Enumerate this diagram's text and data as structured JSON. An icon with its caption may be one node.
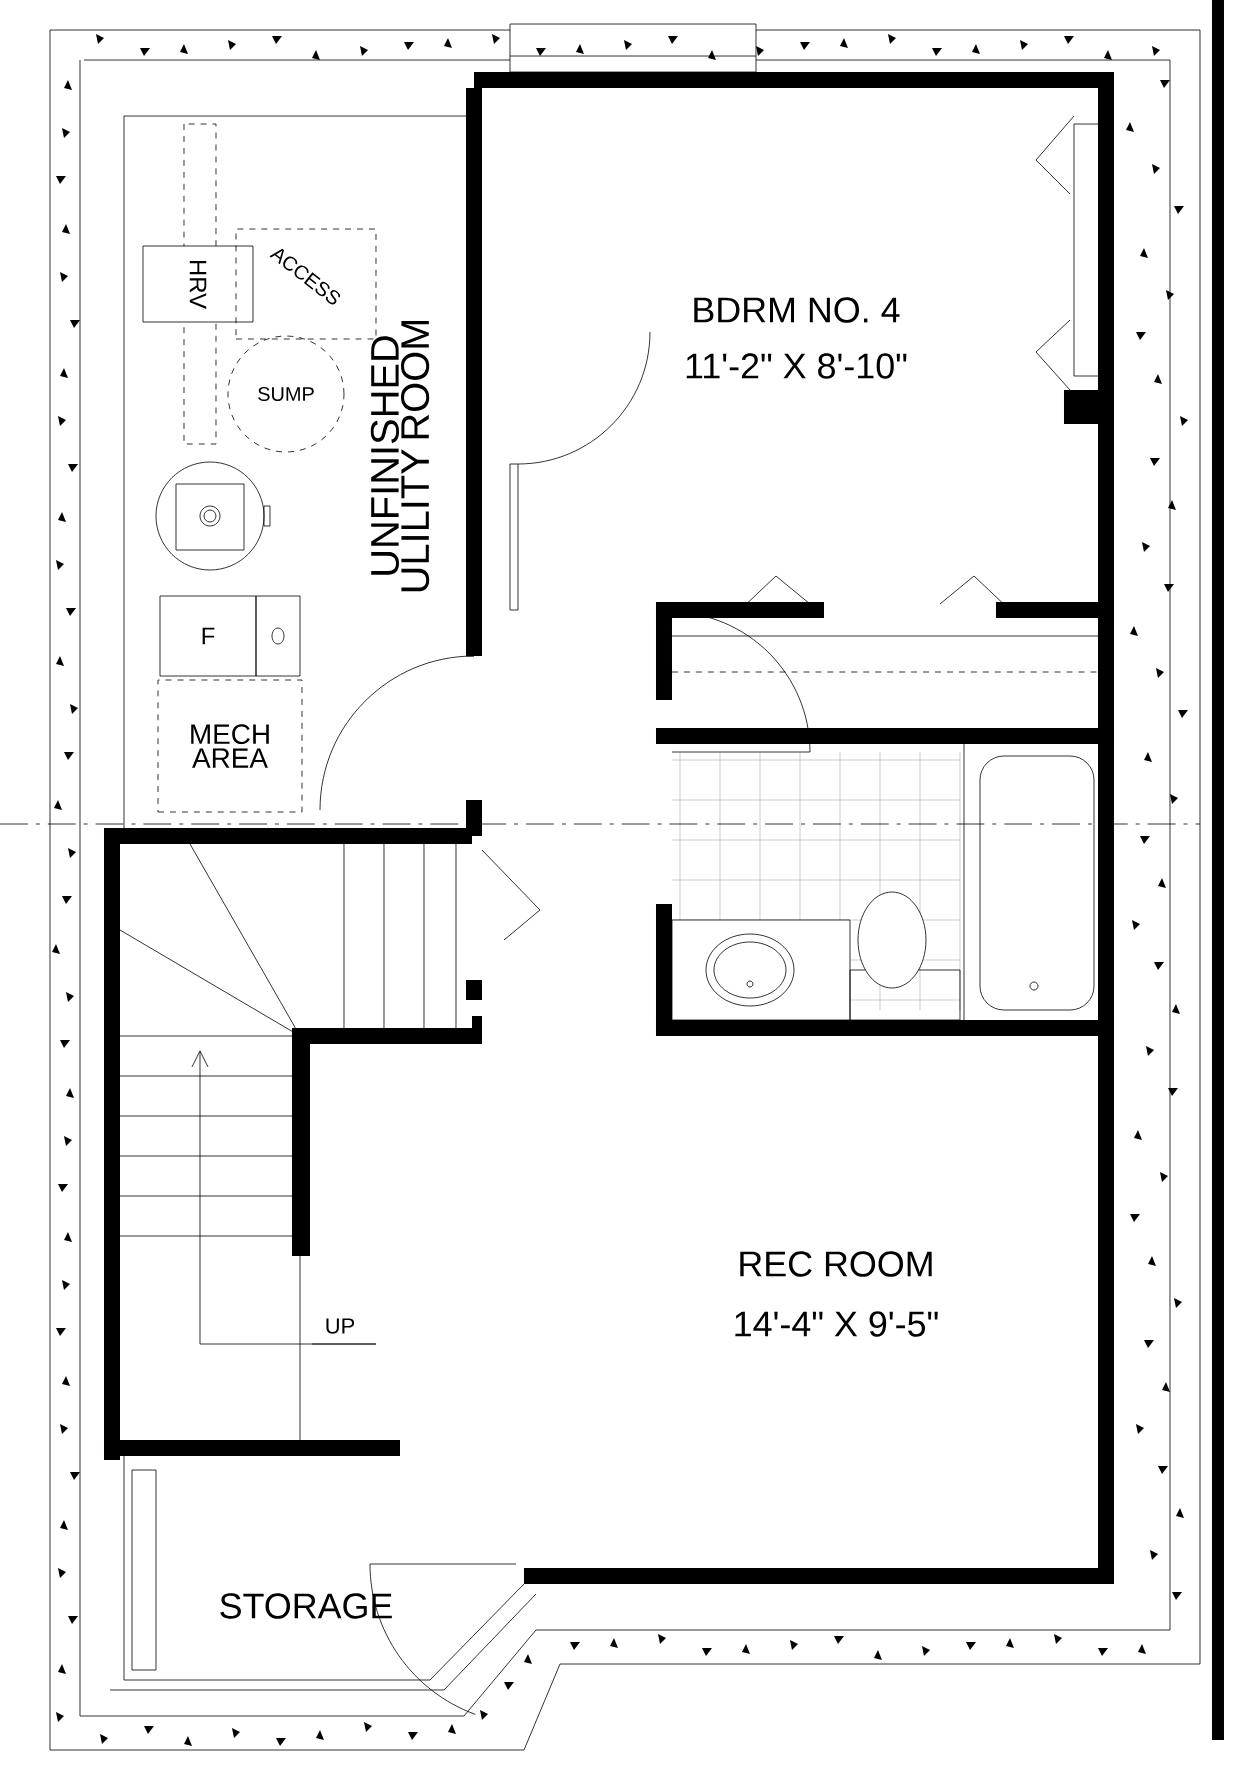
{
  "diagram": {
    "nodes": [
      {
        "text": [
          "HRV"
        ]
      },
      {
        "text": [
          "ACCESS"
        ]
      },
      {
        "text": [
          "SUMP"
        ]
      },
      {
        "text": [
          "F"
        ]
      },
      {
        "text": [
          "MECH AREA"
        ]
      }
    ],
    "labels": [
      "BDRM NO. 4",
      "11'-2\" X 8'-10\"",
      "UNFINISHED ULILITY ROOM",
      "REC ROOM",
      "14'-4\" X 9'-5\"",
      "UP",
      "STORAGE"
    ]
  }
}
